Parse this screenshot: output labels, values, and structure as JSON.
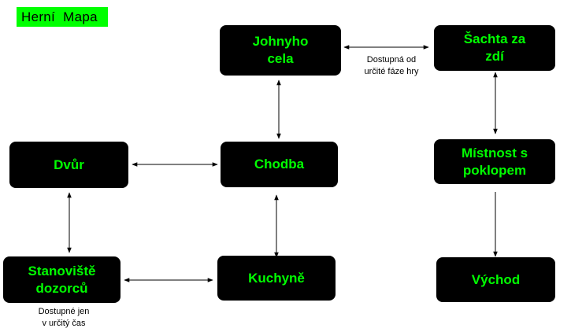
{
  "title": "Herní  Mapa",
  "colors": {
    "node_fill": "#000000",
    "node_text": "#00ff00",
    "title_fill": "#00ff00",
    "edge": "#000000"
  },
  "nodes": {
    "johnyho_cela": "Johnyho\ncela",
    "sachta": "Šachta za\nzdí",
    "dvur": "Dvůr",
    "chodba": "Chodba",
    "mistnost": "Místnost s\npoklopem",
    "stanoviste": "Stanoviště\ndozorců",
    "kuchyne": "Kuchyně",
    "vychod": "Východ"
  },
  "notes": {
    "cela_sachta": "Dostupná od\nurčité fáze hry",
    "stanoviste": "Dostupné jen\nv určitý čas"
  },
  "edges": [
    {
      "from": "Johnyho cela",
      "to": "Šachta za zdí",
      "direction": "both",
      "label": "Dostupná od určité fáze hry"
    },
    {
      "from": "Johnyho cela",
      "to": "Chodba",
      "direction": "both"
    },
    {
      "from": "Dvůr",
      "to": "Chodba",
      "direction": "both"
    },
    {
      "from": "Chodba",
      "to": "Kuchyně",
      "direction": "both"
    },
    {
      "from": "Dvůr",
      "to": "Stanoviště dozorců",
      "direction": "both"
    },
    {
      "from": "Stanoviště dozorců",
      "to": "Kuchyně",
      "direction": "both"
    },
    {
      "from": "Šachta za zdí",
      "to": "Místnost s poklopem",
      "direction": "both"
    },
    {
      "from": "Místnost s poklopem",
      "to": "Východ",
      "direction": "forward"
    }
  ]
}
